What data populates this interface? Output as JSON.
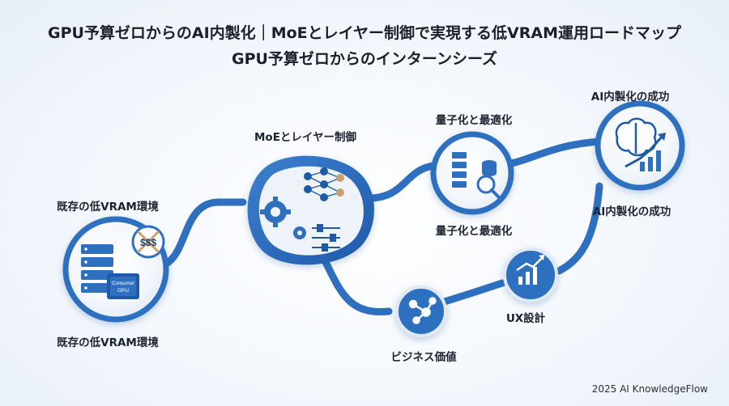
{
  "title": {
    "line1": "GPU予算ゼロからのAI内製化｜MoEとレイヤー制御で実現する低VRAM運用ロードマップ",
    "line2": "GPU予算ゼロからのインターンシーズ"
  },
  "stages": {
    "legacy": {
      "label_top": "既存の低VRAM環境",
      "label_bottom": "既存の低VRAM環境",
      "icon_text_a": "Consumer",
      "icon_text_b": "GPU",
      "icon_money": "$$$"
    },
    "moe": {
      "label": "MoEとレイヤー制御"
    },
    "quant": {
      "label_top": "量子化と最適化",
      "label_bottom": "量子化と最適化"
    },
    "success": {
      "label_top": "AI内製化の成功",
      "label_bottom": "AI内製化の成功"
    },
    "business": {
      "label": "ビジネス価値"
    },
    "ux": {
      "label": "UX設計"
    }
  },
  "footer": "2025 AI KnowledgeFlow",
  "colors": {
    "primary": "#2f6fc0",
    "light": "#dfe9f6",
    "dark": "#1e4f93",
    "accent": "#c9a26a"
  }
}
